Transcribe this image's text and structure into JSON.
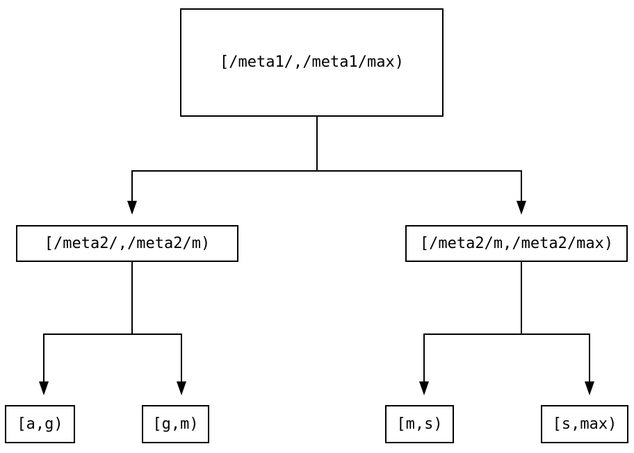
{
  "diagram": {
    "type": "tree",
    "colors": {
      "background": "#ffffff",
      "line": "#000000",
      "box_border": "#000000",
      "text": "#000000"
    },
    "nodes": {
      "root": {
        "label": "[/meta1/,/meta1/max)"
      },
      "left": {
        "label": "[/meta2/,/meta2/m)"
      },
      "right": {
        "label": "[/meta2/m,/meta2/max)"
      },
      "leaf_ag": {
        "label": "[a,g)"
      },
      "leaf_gm": {
        "label": "[g,m)"
      },
      "leaf_ms": {
        "label": "[m,s)"
      },
      "leaf_smax": {
        "label": "[s,max)"
      }
    },
    "edges": [
      {
        "from": "root",
        "to": "left"
      },
      {
        "from": "root",
        "to": "right"
      },
      {
        "from": "left",
        "to": "leaf_ag"
      },
      {
        "from": "left",
        "to": "leaf_gm"
      },
      {
        "from": "right",
        "to": "leaf_ms"
      },
      {
        "from": "right",
        "to": "leaf_smax"
      }
    ]
  }
}
